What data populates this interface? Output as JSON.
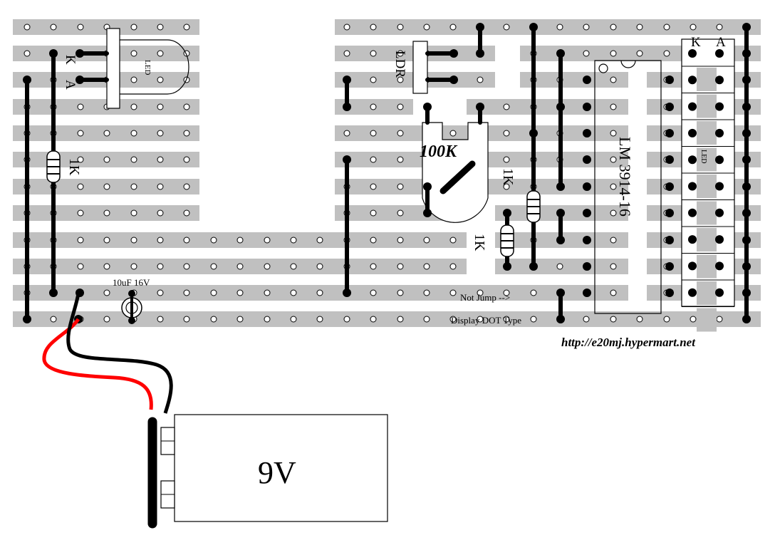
{
  "labels": {
    "led_k": "K",
    "led_a": "A",
    "led_text": "LED",
    "r1": "1K",
    "ldr": "LDR",
    "pot": "100K",
    "r2": "1K",
    "r3": "1K",
    "ic": "LM 3914-16",
    "bar_k": "K",
    "bar_a": "A",
    "bar_led": "LED",
    "cap": "10uF 16V",
    "not_jump": "Not Jump -->",
    "display": "Display DOT Type",
    "url": "http://e20mj.hypermart.net",
    "battery": "9V"
  },
  "colors": {
    "strip": "#c0c0c0",
    "background": "#ffffff",
    "wire": "#000000",
    "positive_lead": "#ff0000",
    "negative_lead": "#000000"
  }
}
